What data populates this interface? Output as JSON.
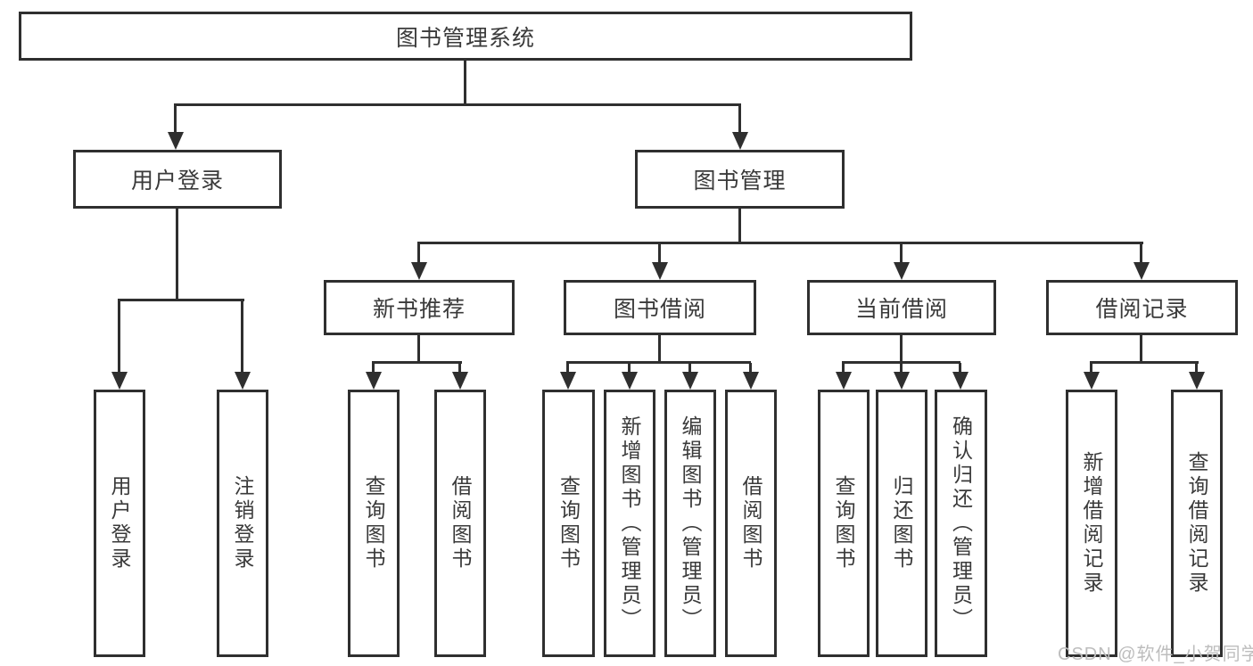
{
  "tree": {
    "root": {
      "label": "图书管理系统"
    },
    "branches": [
      {
        "label": "用户登录",
        "leaves": [
          {
            "label": "用户登录"
          },
          {
            "label": "注销登录"
          }
        ]
      },
      {
        "label": "图书管理",
        "modules": [
          {
            "label": "新书推荐",
            "leaves": [
              {
                "label": "查询图书"
              },
              {
                "label": "借阅图书"
              }
            ]
          },
          {
            "label": "图书借阅",
            "leaves": [
              {
                "label": "查询图书"
              },
              {
                "label": "新增图书（管理员）"
              },
              {
                "label": "编辑图书（管理员）"
              },
              {
                "label": "借阅图书"
              }
            ]
          },
          {
            "label": "当前借阅",
            "leaves": [
              {
                "label": "查询图书"
              },
              {
                "label": "归还图书"
              },
              {
                "label": "确认归还（管理员）"
              }
            ]
          },
          {
            "label": "借阅记录",
            "leaves": [
              {
                "label": "新增借阅记录"
              },
              {
                "label": "查询借阅记录"
              }
            ]
          }
        ]
      }
    ]
  },
  "watermark": {
    "text": "CSDN @软件_小贺同学"
  },
  "colors": {
    "line": "#2f2f2f",
    "text": "#3a3a3a",
    "watermark": "#bdbdbd",
    "background": "#ffffff"
  }
}
